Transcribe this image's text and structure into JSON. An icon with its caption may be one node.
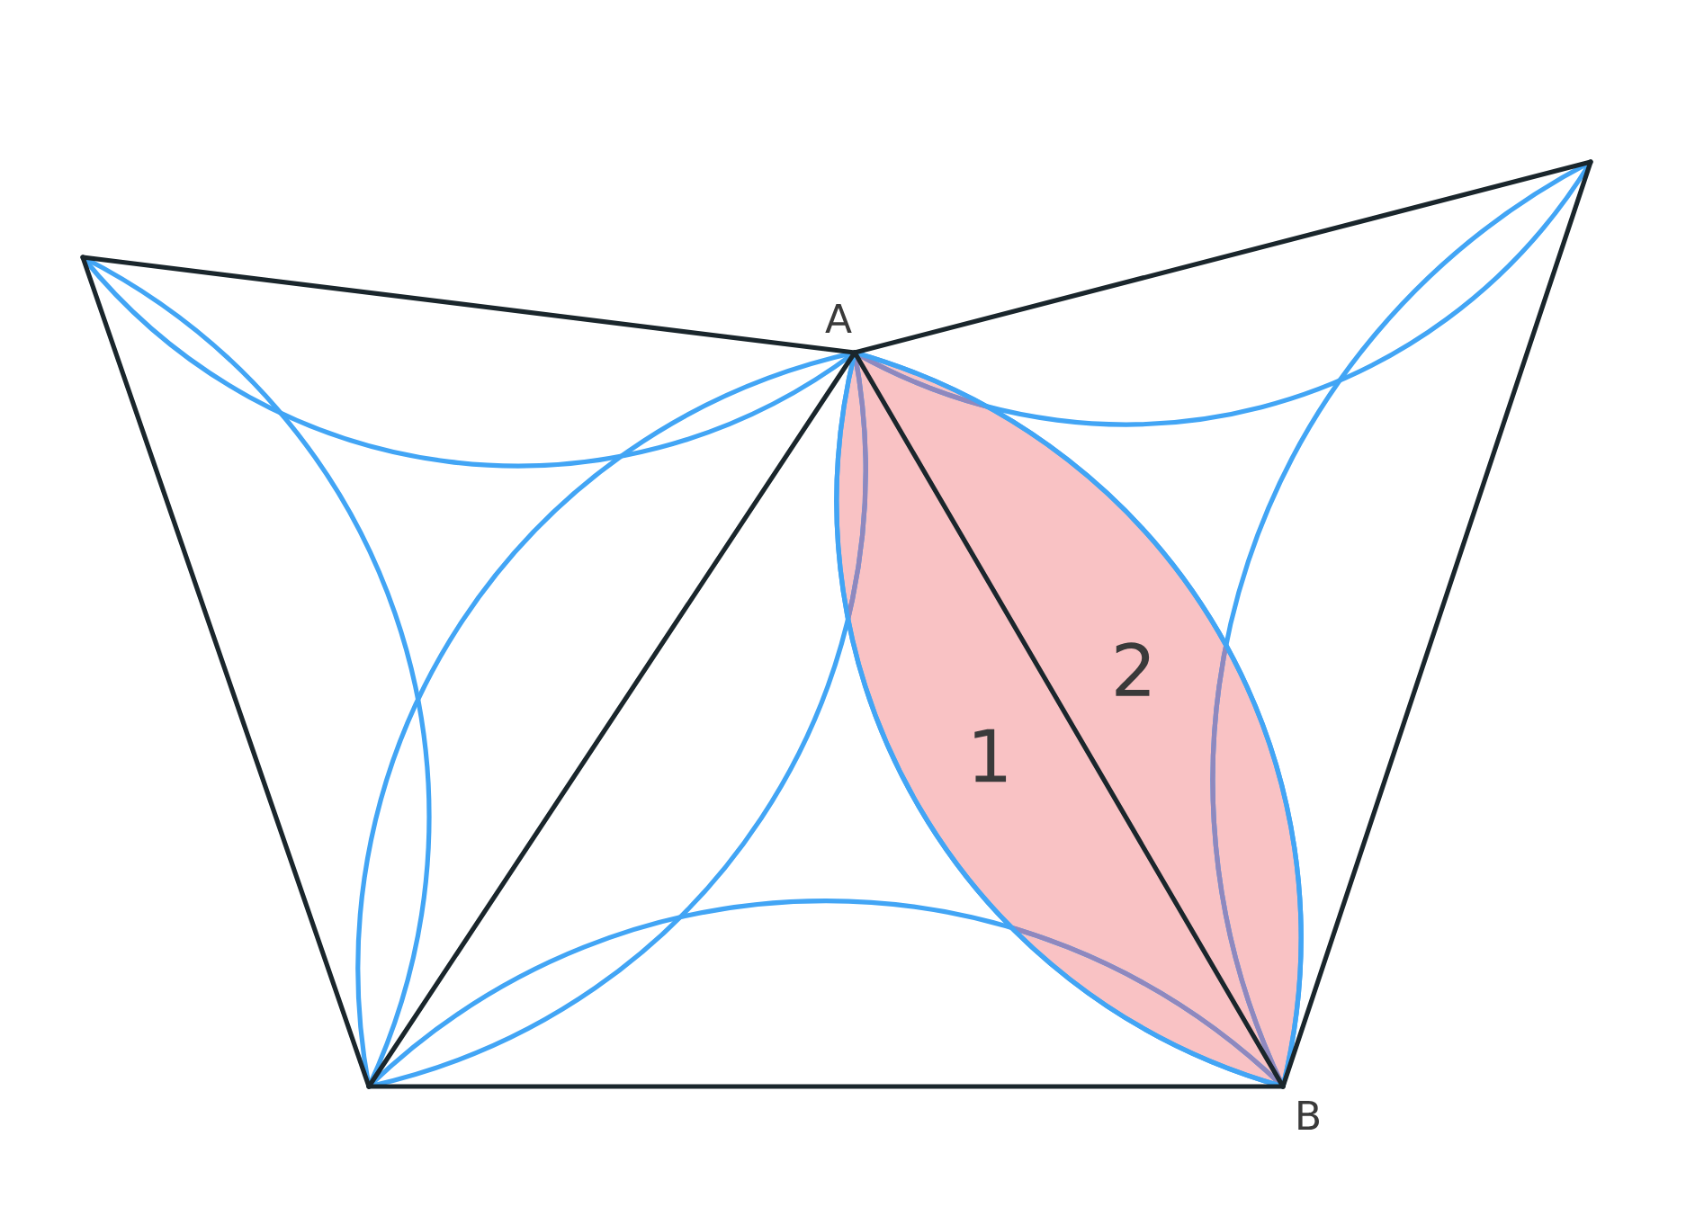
{
  "diagram": {
    "labels": [
      "A",
      "B",
      "1",
      "2"
    ]
  }
}
